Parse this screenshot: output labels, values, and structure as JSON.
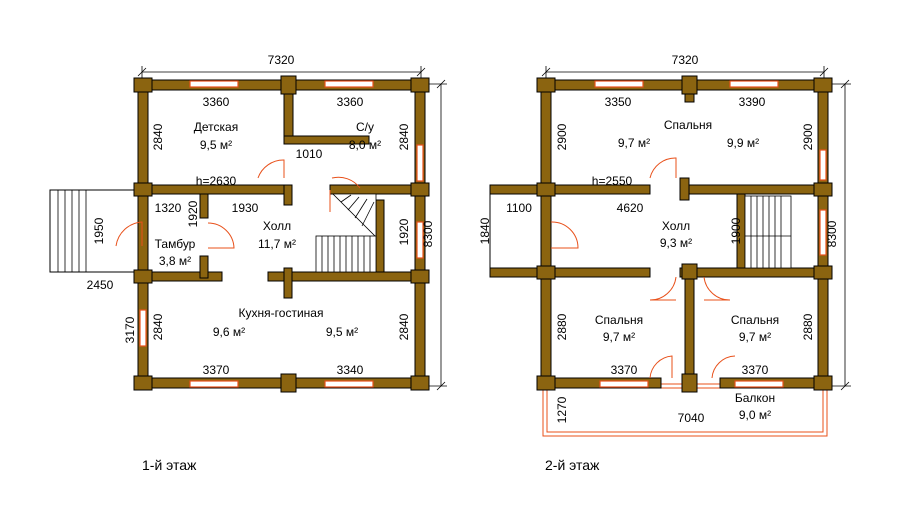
{
  "plans": [
    {
      "caption": "1-й этаж",
      "dims": {
        "overall_width": "7320",
        "overall_height": "8300",
        "top_left": "3360",
        "top_right": "3360",
        "bottom_left": "3370",
        "bottom_right": "3340",
        "left_upper": "2840",
        "right_upper": "2840",
        "left_lower": "2840",
        "right_lower": "2840",
        "lower_outer": "3170",
        "hall_right": "1920",
        "vestibule_height": "1920",
        "vestibule_width": "1320",
        "corridor": "1930",
        "bath_width": "1010",
        "ceiling": "h=2630",
        "porch_width": "2450",
        "porch_height": "1950"
      },
      "rooms": [
        {
          "name": "Детская",
          "area": "9,5 м²"
        },
        {
          "name": "С/у",
          "area": "8,0 м²"
        },
        {
          "name": "Холл",
          "area": "11,7 м²"
        },
        {
          "name": "Тамбур",
          "area": "3,8 м²"
        },
        {
          "name": "Кухня-гостиная",
          "area_left": "9,6 м²",
          "area_right": "9,5 м²"
        }
      ]
    },
    {
      "caption": "2-й этаж",
      "dims": {
        "overall_width": "7320",
        "overall_height": "8300",
        "top_left": "3350",
        "top_right": "3390",
        "left_upper": "2900",
        "right_upper": "2900",
        "ceiling": "h=2550",
        "entry_width": "1100",
        "entry_height": "1840",
        "hall_width": "4620",
        "stair_height": "1900",
        "left_lower": "2880",
        "right_lower": "2880",
        "bottom_left": "3370",
        "bottom_right": "3370",
        "balcony_width": "7040",
        "balcony_depth": "1270"
      },
      "rooms": [
        {
          "name": "Спальня",
          "area_left": "9,7 м²",
          "area_right": "9,9 м²"
        },
        {
          "name": "Холл",
          "area": "9,3 м²"
        },
        {
          "name": "Спальня",
          "area": "9,7 м²"
        },
        {
          "name": "Спальня",
          "area": "9,7 м²"
        },
        {
          "name": "Балкон",
          "area": "9,0 м²"
        }
      ]
    }
  ],
  "colors": {
    "log_wall": "#8b6410",
    "window": "#e8501a",
    "door_arc": "#e8501a"
  }
}
